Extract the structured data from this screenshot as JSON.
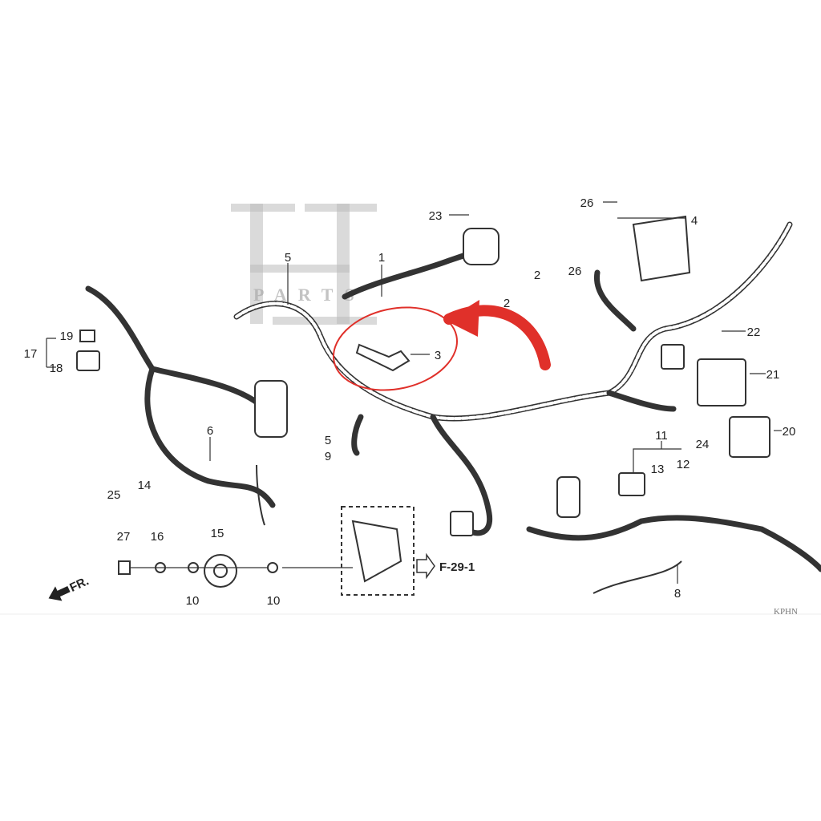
{
  "watermark": {
    "logo": "H",
    "text": "PARTS"
  },
  "callouts": {
    "c1": "1",
    "c2a": "2",
    "c2b": "2",
    "c3": "3",
    "c4": "4",
    "c5a": "5",
    "c5b": "5",
    "c6": "6",
    "c8": "8",
    "c9": "9",
    "c10a": "10",
    "c10b": "10",
    "c11": "11",
    "c12": "12",
    "c13": "13",
    "c14": "14",
    "c15": "15",
    "c16": "16",
    "c17": "17",
    "c18": "18",
    "c19": "19",
    "c20": "20",
    "c21": "21",
    "c22": "22",
    "c23": "23",
    "c24": "24",
    "c25": "25",
    "c26a": "26",
    "c26b": "26",
    "c27": "27"
  },
  "reference": "F-29-1",
  "direction": "FR.",
  "diagram_code": "KPHN",
  "colors": {
    "highlight": "#e0302a",
    "line": "#333333"
  }
}
